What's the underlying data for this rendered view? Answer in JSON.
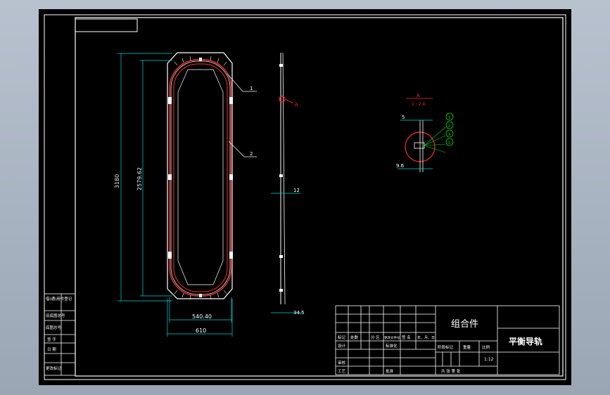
{
  "title_block": {
    "assembly_label": "组合件",
    "drawing_name": "平衡导轨",
    "scale": "1:12",
    "headers": {
      "mark": "标记",
      "count": "处数",
      "zone": "分 区",
      "change_doc": "更改文件号",
      "signature": "签 名",
      "date": "年、月、日",
      "design": "设计",
      "standardization": "标准化",
      "check": "审核",
      "process": "工艺",
      "approve": "批准",
      "stage_mark": "阶段标记",
      "weight": "重量",
      "ratio": "比例",
      "sheets": "共   张   第   张"
    }
  },
  "side_table": {
    "rows": [
      "借(通)用件登记",
      "旧底图总号",
      "底图总号",
      "签  字",
      "日  期",
      "更改标记"
    ]
  },
  "dimensions": {
    "overall_height": "3180",
    "inner_height": "2579.62",
    "inner_width": "540.40",
    "outer_width": "610",
    "rail_width": "12",
    "rail_depth": "34.5",
    "detail_width": "5",
    "detail_offset": "9.6"
  },
  "leaders": {
    "part_1": "1",
    "part_2": "2",
    "section_label": "A",
    "section_title": "A",
    "section_scale": "1 : 2.4",
    "balloons": [
      "1",
      "2",
      "3",
      "4"
    ]
  },
  "colors": {
    "background": "#000000",
    "lines": "#ffffff",
    "dimensions": "#00d7d7",
    "highlight": "#ff2a2a",
    "detail": "#00e000",
    "window": "#a8b3c1"
  }
}
